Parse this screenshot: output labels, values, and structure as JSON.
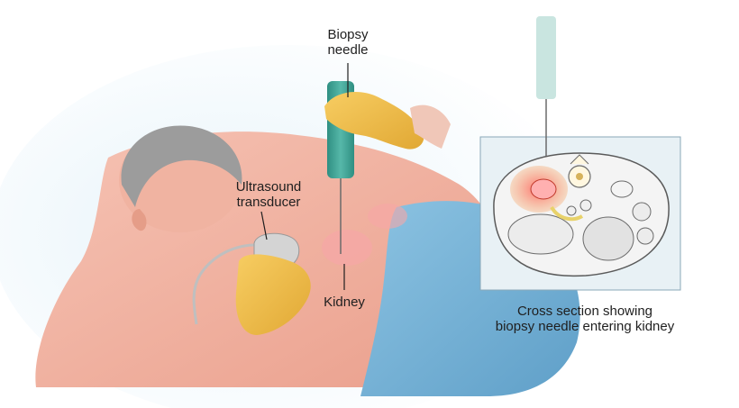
{
  "labels": {
    "biopsy_needle": [
      "Biopsy",
      "needle"
    ],
    "ultrasound_transducer": [
      "Ultrasound",
      "transducer"
    ],
    "kidney": "Kidney",
    "cross_section_caption": [
      "Cross section showing",
      "biopsy needle entering kidney"
    ]
  },
  "colors": {
    "skin": "#f2b3a3",
    "glove": "#f1bf4c",
    "needle_housing": "#3fa89a",
    "drape": "#7bb4d6",
    "hair": "#9a9a9a",
    "kidney_highlight": "#f6a7a7",
    "panel_background": "#e8f1f5"
  }
}
